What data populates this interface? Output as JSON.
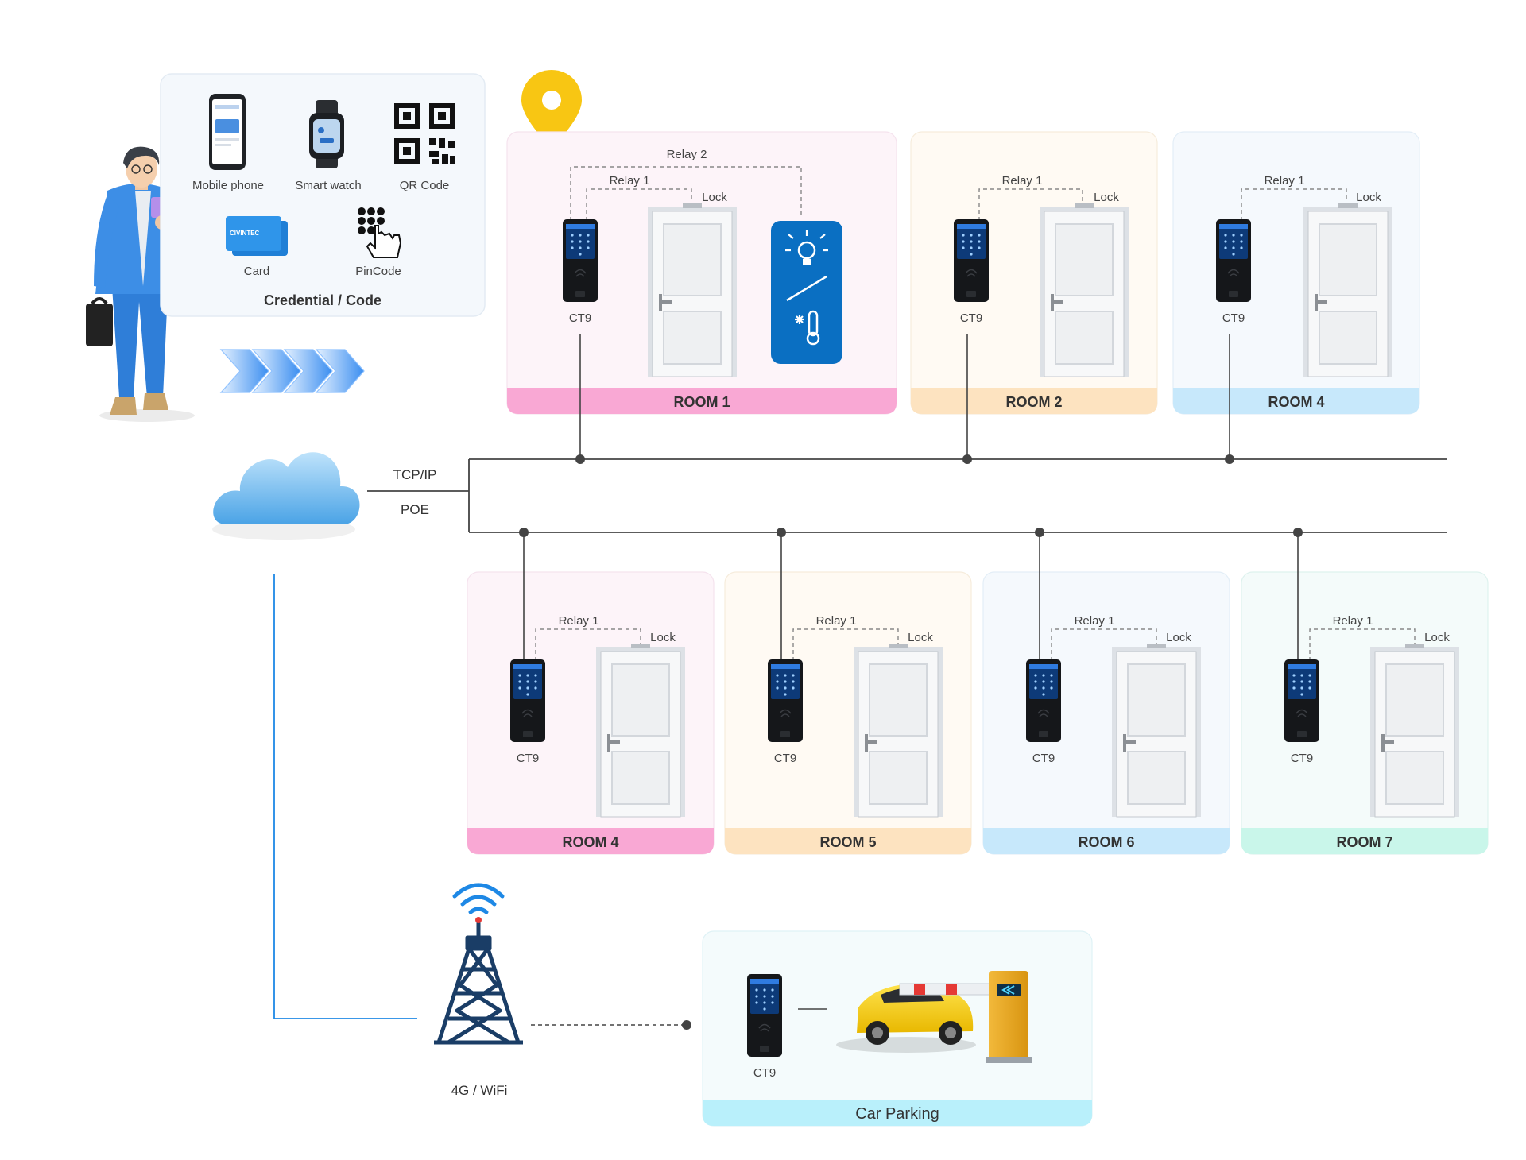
{
  "credentials": {
    "title": "Credential / Code",
    "items": [
      {
        "label": "Mobile phone",
        "icon": "mobile-phone-icon"
      },
      {
        "label": "Smart watch",
        "icon": "smart-watch-icon"
      },
      {
        "label": "QR Code",
        "icon": "qr-code-icon"
      },
      {
        "label": "Card",
        "icon": "card-icon"
      },
      {
        "label": "PinCode",
        "icon": "pincode-icon"
      }
    ],
    "card_brand": "CIVINTEC"
  },
  "network": {
    "tcp_ip": "TCP/IP",
    "poe": "POE",
    "wireless": "4G / WiFi"
  },
  "device_label": "CT9",
  "relay1_label": "Relay 1",
  "relay2_label": "Relay 2",
  "lock_label": "Lock",
  "rooms_top": [
    {
      "title": "ROOM 1",
      "color": "#f9a8d4",
      "bg": "#fdf4f9"
    },
    {
      "title": "ROOM 2",
      "color": "#fde3c0",
      "bg": "#fffaf3"
    },
    {
      "title": "ROOM 4",
      "color": "#c7e8fb",
      "bg": "#f5f9fd"
    }
  ],
  "rooms_bottom": [
    {
      "title": "ROOM 4",
      "color": "#f9a8d4",
      "bg": "#fdf4f9"
    },
    {
      "title": "ROOM 5",
      "color": "#fde3c0",
      "bg": "#fffaf3"
    },
    {
      "title": "ROOM 6",
      "color": "#c7e8fb",
      "bg": "#f5f9fd"
    },
    {
      "title": "ROOM 7",
      "color": "#c9f6ea",
      "bg": "#f4fbfa"
    }
  ],
  "parking": {
    "title": "Car Parking",
    "color": "#b9f0fb"
  },
  "colors": {
    "accent": "#0a6fc2",
    "line": "#444444",
    "wifi": "#1e88e5",
    "tower": "#1a3d66"
  }
}
